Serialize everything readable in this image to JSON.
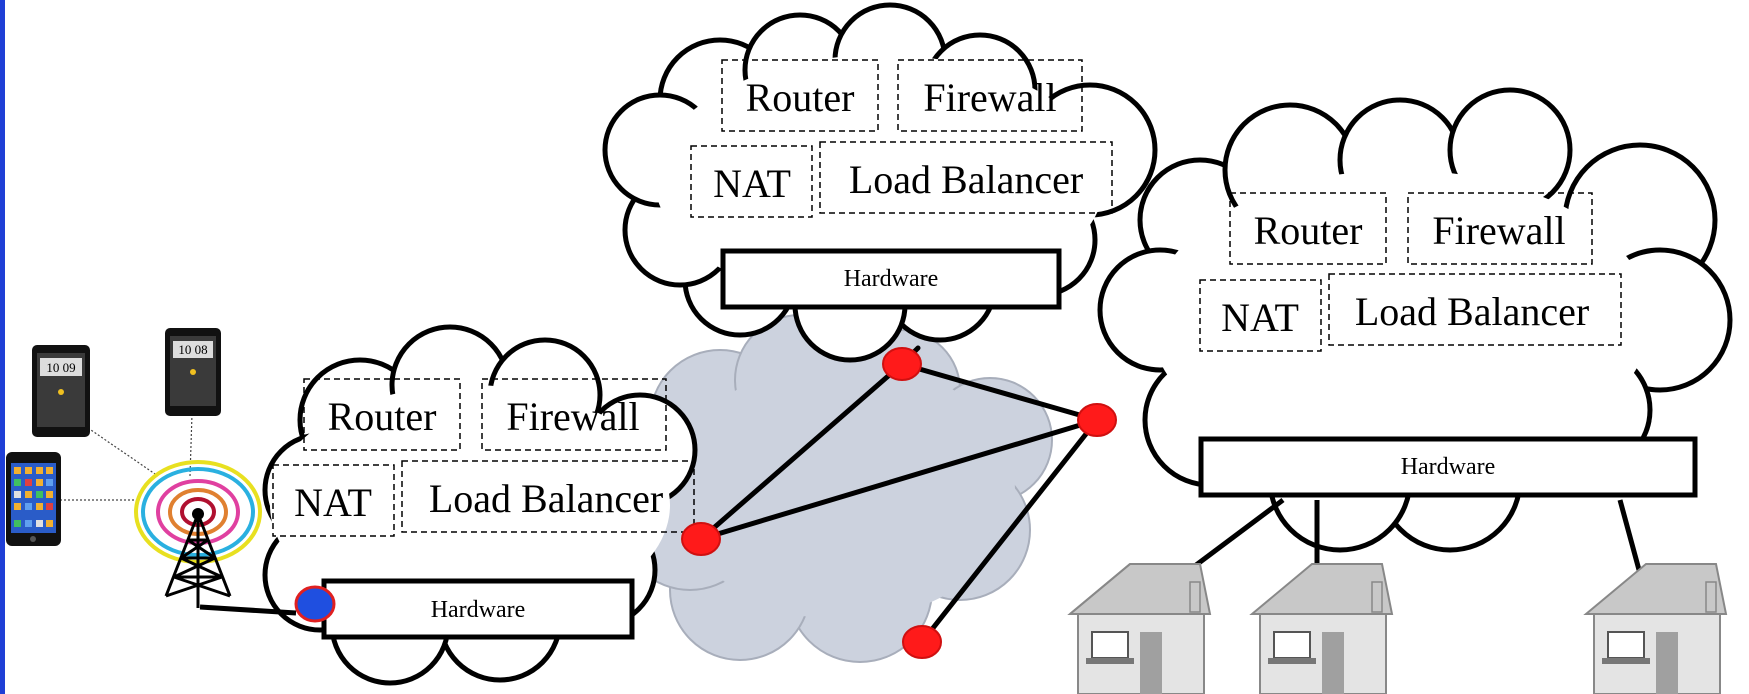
{
  "diagram": {
    "accent_border_color": "#1f3fd6",
    "core_cloud_color": "#ccd2de",
    "node_color": "#ff1a1a",
    "gateway_node_color": "#1f4fe0",
    "antenna_ring_colors": [
      "#e8e020",
      "#2ab0e0",
      "#e040a0",
      "#e08030",
      "#b01030"
    ],
    "clouds": [
      {
        "id": "edge-cloud",
        "boxes": {
          "router": "Router",
          "firewall": "Firewall",
          "nat": "NAT",
          "load_balancer": "Load Balancer"
        },
        "hardware": "Hardware"
      },
      {
        "id": "top-cloud",
        "boxes": {
          "router": "Router",
          "firewall": "Firewall",
          "nat": "NAT",
          "load_balancer": "Load Balancer"
        },
        "hardware": "Hardware"
      },
      {
        "id": "right-cloud",
        "boxes": {
          "router": "Router",
          "firewall": "Firewall",
          "nat": "NAT",
          "load_balancer": "Load Balancer"
        },
        "hardware": "Hardware"
      }
    ],
    "phone_clock_left": "10 09",
    "phone_clock_right": "10 08",
    "icons": [
      "smartphone-icon",
      "cell-tower-icon",
      "house-icon",
      "laptop-icon"
    ]
  }
}
